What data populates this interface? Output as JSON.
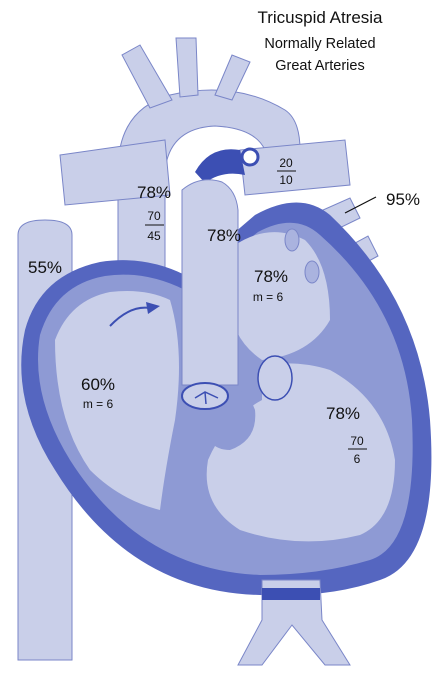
{
  "title": {
    "line1": "Tricuspid Atresia",
    "line2": "Normally Related",
    "line3": "Great Arteries"
  },
  "labels": {
    "svc": "55%",
    "pulm_vein": "95%",
    "aorta": "78%",
    "aorta_pressure": {
      "num": "70",
      "den": "45"
    },
    "pulm_artery": "78%",
    "pa_pressure": {
      "num": "20",
      "den": "10"
    },
    "left_atrium": "78%",
    "la_mean": "m = 6",
    "right_atrium": "60%",
    "ra_mean": "m = 6",
    "left_ventricle": "78%",
    "lv_pressure": {
      "num": "70",
      "den": "6"
    }
  },
  "colors": {
    "light_fill": "#c9cfe9",
    "mid_fill": "#8e9ad4",
    "dark_fill": "#5566c0",
    "deep_fill": "#3c4fb3",
    "outline": "#6f7cc4"
  },
  "icons": {
    "pointer": "arrow-line",
    "flow": "arrow-head"
  }
}
